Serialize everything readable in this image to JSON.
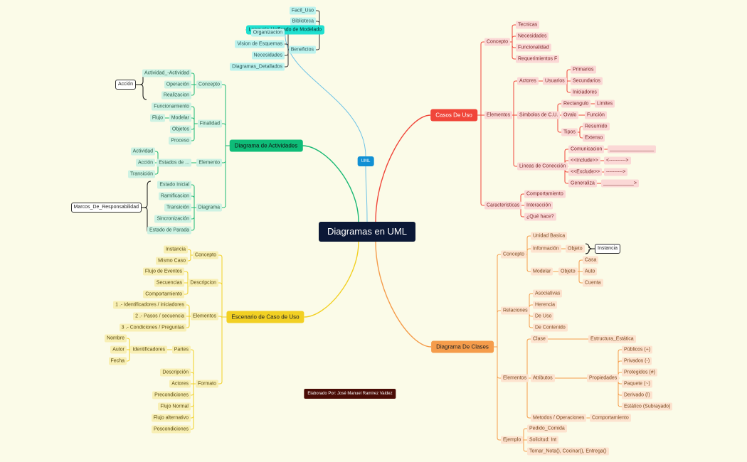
{
  "root": "Diagramas en UML",
  "credit": "Elaborado Por:  José Manuel Ramirez Valdez",
  "colors": {
    "uml_link": "#6ec3e6",
    "green": "#18b874",
    "red": "#f0463a",
    "orange": "#f59c4b",
    "yellow": "#f2d023",
    "cyan": "#1fe0d0"
  },
  "uml": {
    "label": "UML",
    "lenguaje": "Lenguaje Unificado de Modelado",
    "facil": "Facil_Uso",
    "biblioteca": "Biblioteca",
    "beneficios": "Beneficios",
    "organizacion": "Organizacion",
    "vision": "Vision de Esquemas",
    "necesidades": "Necesidades",
    "detallados": "Diagramas_Detallados"
  },
  "act": {
    "title": "Diagrama de Actividades",
    "concepto": "Concepto",
    "act_act": "Actividad_-Actividad",
    "operacion": "Operación",
    "realizacion": "Realizacion",
    "accion_box": "Acción",
    "finalidad": "Finalidad",
    "funcionamiento": "Funcionamiento",
    "modelar": "Modelar",
    "flujo": "Flujo",
    "objetos": "Objetos",
    "proceso": "Proceso",
    "elemento": "Elemento",
    "estados": "Estados de ...",
    "actividad": "Actividad",
    "accion": "Acción",
    "transicion": "Transición",
    "diagrama": "Diagrama",
    "estado_inicial": "Estado Inicial",
    "ramificacion": "Ramificacion",
    "transicion2": "Transición",
    "sincronizacion": "Sincronización",
    "estado_parada": "Estado de Parada",
    "marcos": "Marcos_De_Responsabilidad"
  },
  "esc": {
    "title": "Escenario de Caso de Uso",
    "concepto": "Concepto",
    "instancia": "Instancia",
    "mismo": "Mismo Caso",
    "descripcion": "Descripcion",
    "flujo_eventos": "Flujo de Eventos",
    "secuencias": "Secuencias",
    "comportamiento": "Comportamiento",
    "elementos": "Elementos",
    "e1": "1 .- Identificadores / iniciadores",
    "e2": "2 .- Pasos / secuencia",
    "e3": "3 .- Condiciones / Preguntas",
    "formato": "Formato",
    "partes": "Partes",
    "identificadores": "Identificadores",
    "nombre": "Nombre",
    "autor": "Autor",
    "fecha": "Fecha",
    "desc": "Descripción",
    "actores": "Actores",
    "precond": "Precondiciones",
    "flujo_normal": "Flujo Normal",
    "flujo_alt": "Flujo alternativo",
    "postcond": "Poscondiciones"
  },
  "cu": {
    "title": "Casos De Uso",
    "concepto": "Concepto",
    "tecnicas": "Tecnicas",
    "necesidades": "Necesidades",
    "funcionalidad": "Funcionalidad",
    "requerimientos": "Requerimientos F",
    "elementos": "Elementos",
    "actores": "Actores",
    "usuarios": "Usuarios",
    "primarios": "Primarios",
    "secundarios": "Secundarios",
    "iniciadores": "Iniciadores",
    "simbolos": "Simbolos de C.U.",
    "rectangulo": "Rectangulo",
    "limites": "Limites",
    "ovalo": "Ovalo",
    "funcion": "Función",
    "tipos": "Tipos",
    "resumido": "Resumido",
    "extenso": "Extenso",
    "lineas": "Lineas de Conección",
    "comunicacion": "Comunicacion",
    "com_line": "________________",
    "include": "<<Include>>",
    "inc_line": "<---------->",
    "exclude": "<<Exclude>>",
    "exc_line": "---------->",
    "generaliza": "Generaliza",
    "gen_line": "___________>",
    "caracteristicas": "Caracteristicas",
    "comportamiento": "Comportamiento",
    "interaccion": "Interacción",
    "que_hace": "¿Qué hace?"
  },
  "cls": {
    "title": "Diagrama De Clases",
    "concepto": "Concepto",
    "unidad": "Unidad Basica",
    "informacion": "Información",
    "objeto": "Objeto",
    "instancia_box": "Instancia",
    "modelar": "Modelar",
    "objeto2": "Objeto",
    "casa": "Casa",
    "auto": "Auto",
    "cuenta": "Cuenta",
    "relaciones": "Relaciones",
    "asociativas": "Asociativas",
    "herencia": "Herencia",
    "de_uso": "De Uso",
    "de_contenido": "De Contenido",
    "elementos": "Elementos",
    "clase": "Clase",
    "estructura": "Estructura_Estática",
    "atributos": "Atributos",
    "propiedades": "Propiedades",
    "publicos": "Públicos (+)",
    "privados": "Privados (-)",
    "protegidos": "Protegidos (#)",
    "paquete": "Paquete (~)",
    "derivado": "Derivado (/)",
    "estatico": "Estático (Subrayado)",
    "metodos": "Metodos / Operaciones",
    "comportamiento": "Comportamiento",
    "ejemplo": "Ejemplo",
    "pedido": "Pedido_Comida",
    "solicitud": "Solicitud: Int",
    "tomar": "Tomar_Nota(), Cocinar(), Entrega()"
  }
}
